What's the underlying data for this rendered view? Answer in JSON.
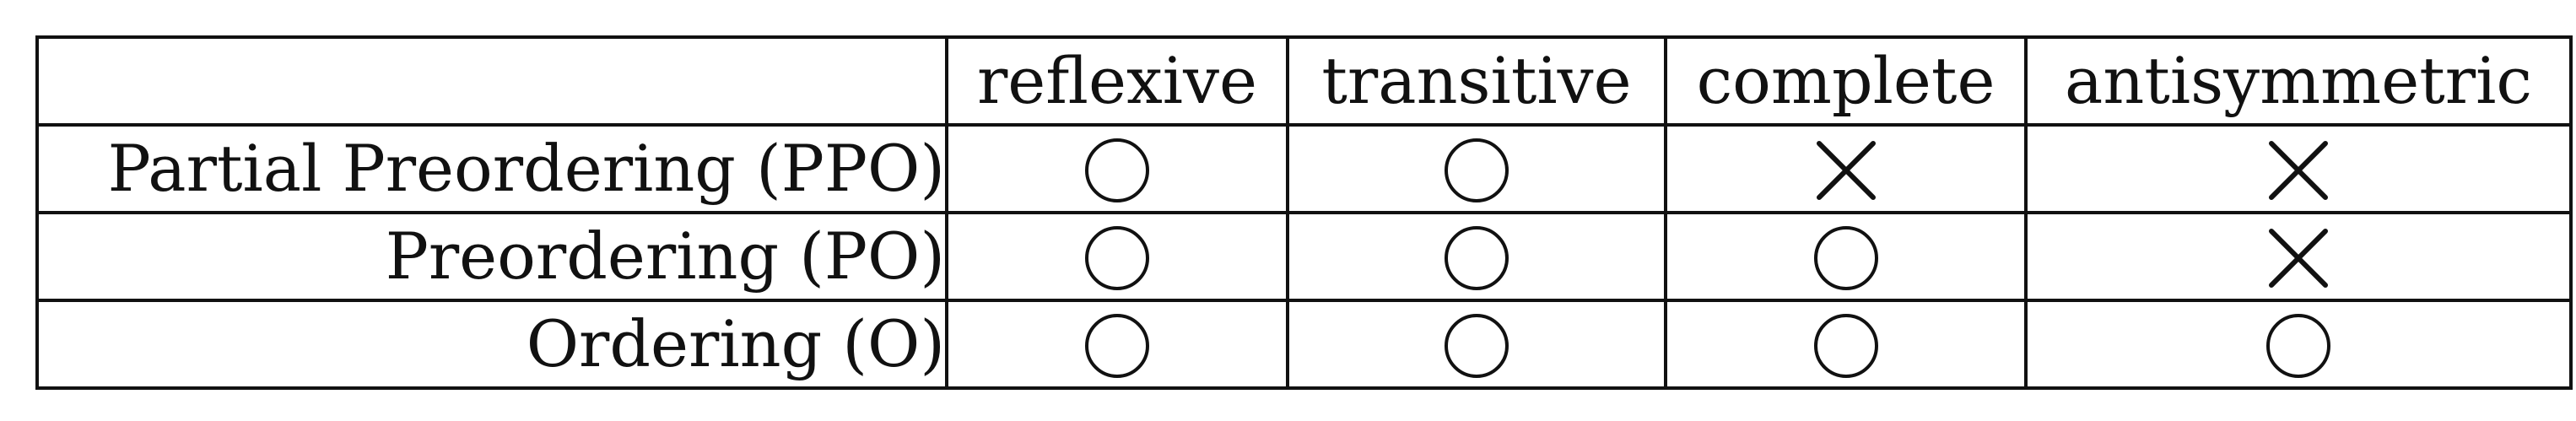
{
  "table": {
    "columns": [
      "reflexive",
      "transitive",
      "complete",
      "antisymmetric"
    ],
    "rows": [
      {
        "label": "Partial Preordering (PPO)",
        "marks": [
          "circle",
          "circle",
          "cross",
          "cross"
        ]
      },
      {
        "label": "Preordering (PO)",
        "marks": [
          "circle",
          "circle",
          "circle",
          "cross"
        ]
      },
      {
        "label": "Ordering (O)",
        "marks": [
          "circle",
          "circle",
          "circle",
          "circle"
        ]
      }
    ]
  }
}
